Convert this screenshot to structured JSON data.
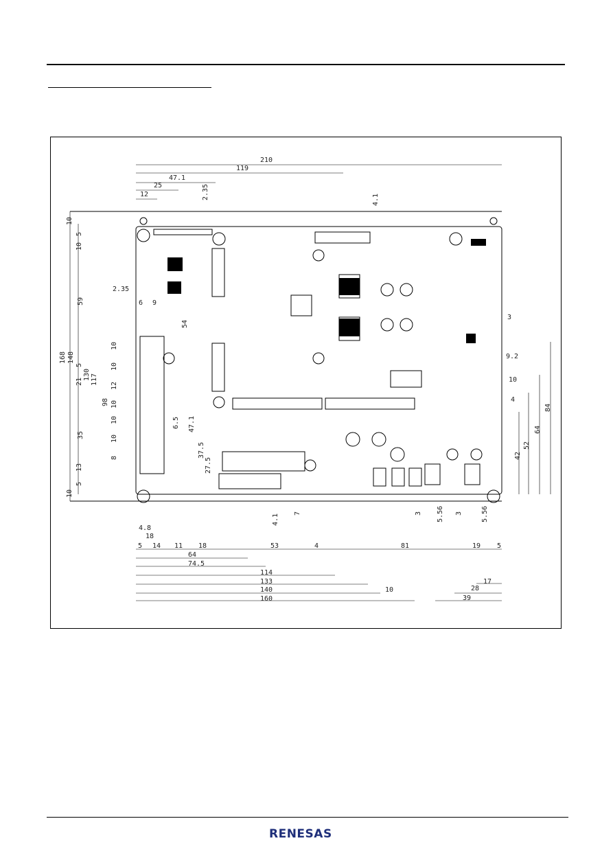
{
  "page": {
    "logo_text": "RENESAS"
  },
  "drawing": {
    "top_dimensions": [
      "210",
      "119",
      "47.1",
      "25",
      "12",
      "2.35",
      "4.1"
    ],
    "left_dimensions": [
      "10",
      "5",
      "10",
      "59",
      "2.35",
      "6",
      "9",
      "168",
      "148",
      "130",
      "117",
      "98",
      "21",
      "5",
      "10",
      "10",
      "12",
      "10",
      "35",
      "10",
      "10",
      "8",
      "13",
      "5",
      "10",
      "54",
      "6.5",
      "47.1",
      "37.5",
      "27.5"
    ],
    "right_dimensions": [
      "3",
      "9.2",
      "10",
      "4",
      "84",
      "64",
      "52",
      "42"
    ],
    "bottom_dimensions": [
      "4.8",
      "18",
      "5",
      "14",
      "11",
      "18",
      "64",
      "74.5",
      "53",
      "4",
      "81",
      "19",
      "5",
      "114",
      "133",
      "140",
      "10",
      "160",
      "4.1",
      "7",
      "3",
      "5.56",
      "3",
      "5.56",
      "17",
      "28",
      "39"
    ]
  }
}
